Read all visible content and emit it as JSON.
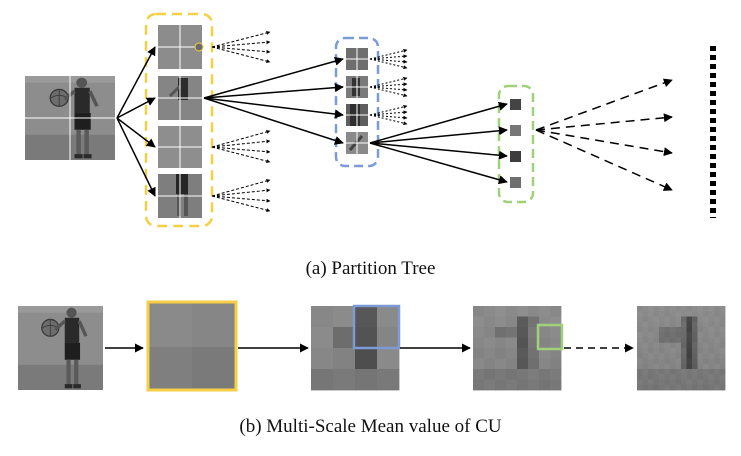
{
  "captions": {
    "a": "(a)  Partition Tree",
    "b": "(b)  Multi-Scale Mean value of CU"
  },
  "colors": {
    "level1": "#f5cf45",
    "level2": "#7c9bd6",
    "level3": "#9fd17a",
    "arrow": "#000000",
    "photo_bg": "#8a8a8a"
  },
  "partition_tree": {
    "root": "frame-with-4-quadrants",
    "level1_children": 4,
    "level2_children": 4,
    "level3_children": 4,
    "continuation": "dashed-arrows-and-ellipsis"
  },
  "multiscale_row": {
    "stages": [
      "input-frame",
      "mean-2x2",
      "mean-4x4",
      "mean-8x8",
      "mean-16x16"
    ]
  }
}
